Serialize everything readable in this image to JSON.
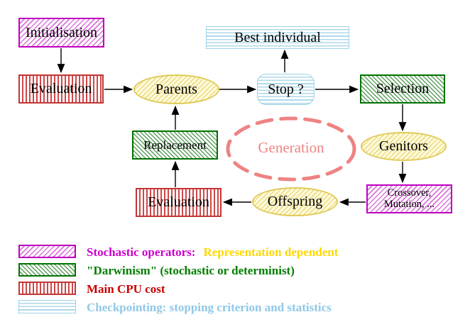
{
  "diagram": {
    "nodes": {
      "initialisation": {
        "label": "Initialisation",
        "style": "magenta-diagonal-hatch"
      },
      "evaluation_top": {
        "label": "Evaluation",
        "style": "red-vertical-stripes"
      },
      "parents": {
        "label": "Parents",
        "style": "yellow-hatched-ellipse"
      },
      "stop": {
        "label": "Stop ?",
        "style": "cyan-horizontal-stripes-rounded"
      },
      "best_individual": {
        "label": "Best individual",
        "style": "cyan-horizontal-stripes"
      },
      "selection": {
        "label": "Selection",
        "style": "green-diagonal-hatch"
      },
      "genitors": {
        "label": "Genitors",
        "style": "yellow-hatched-ellipse"
      },
      "crossover_mutation": {
        "line1": "Crossover,",
        "line2": "Mutation, ...",
        "style": "magenta-diagonal-hatch"
      },
      "offspring": {
        "label": "Offspring",
        "style": "yellow-hatched-ellipse"
      },
      "evaluation_bottom": {
        "label": "Evaluation",
        "style": "red-vertical-stripes"
      },
      "replacement": {
        "label": "Replacement",
        "style": "green-diagonal-hatch"
      },
      "generation": {
        "label": "Generation",
        "style": "coral-dashed-ellipse"
      }
    },
    "arrows": [
      {
        "from": "initialisation",
        "to": "evaluation_top"
      },
      {
        "from": "evaluation_top",
        "to": "parents"
      },
      {
        "from": "parents",
        "to": "stop"
      },
      {
        "from": "stop",
        "to": "best_individual"
      },
      {
        "from": "stop",
        "to": "selection"
      },
      {
        "from": "selection",
        "to": "genitors"
      },
      {
        "from": "genitors",
        "to": "crossover_mutation"
      },
      {
        "from": "crossover_mutation",
        "to": "offspring"
      },
      {
        "from": "offspring",
        "to": "evaluation_bottom"
      },
      {
        "from": "evaluation_bottom",
        "to": "replacement"
      },
      {
        "from": "replacement",
        "to": "parents"
      }
    ],
    "legend": {
      "rows": [
        {
          "swatch": "magenta-diagonal-hatch",
          "primary": "Stochastic operators:",
          "secondary": "Representation dependent"
        },
        {
          "swatch": "green-diagonal-hatch",
          "primary": "\"Darwinism\" (stochastic or determinist)"
        },
        {
          "swatch": "red-vertical-stripes",
          "primary": "Main CPU cost"
        },
        {
          "swatch": "cyan-horizontal-stripes",
          "primary": "Checkpointing: stopping criterion and statistics"
        }
      ]
    },
    "colors": {
      "magenta": "#bf00bf",
      "green": "#007200",
      "red": "#c33636",
      "light_blue_border": "#9fd3e6",
      "light_blue_text": "#8fc8e8",
      "gold_text": "#ffd700",
      "yellow_border": "#e0ca58",
      "coral": "#ee8383",
      "arrow_black": "#000000",
      "background": "#ffffff"
    }
  }
}
